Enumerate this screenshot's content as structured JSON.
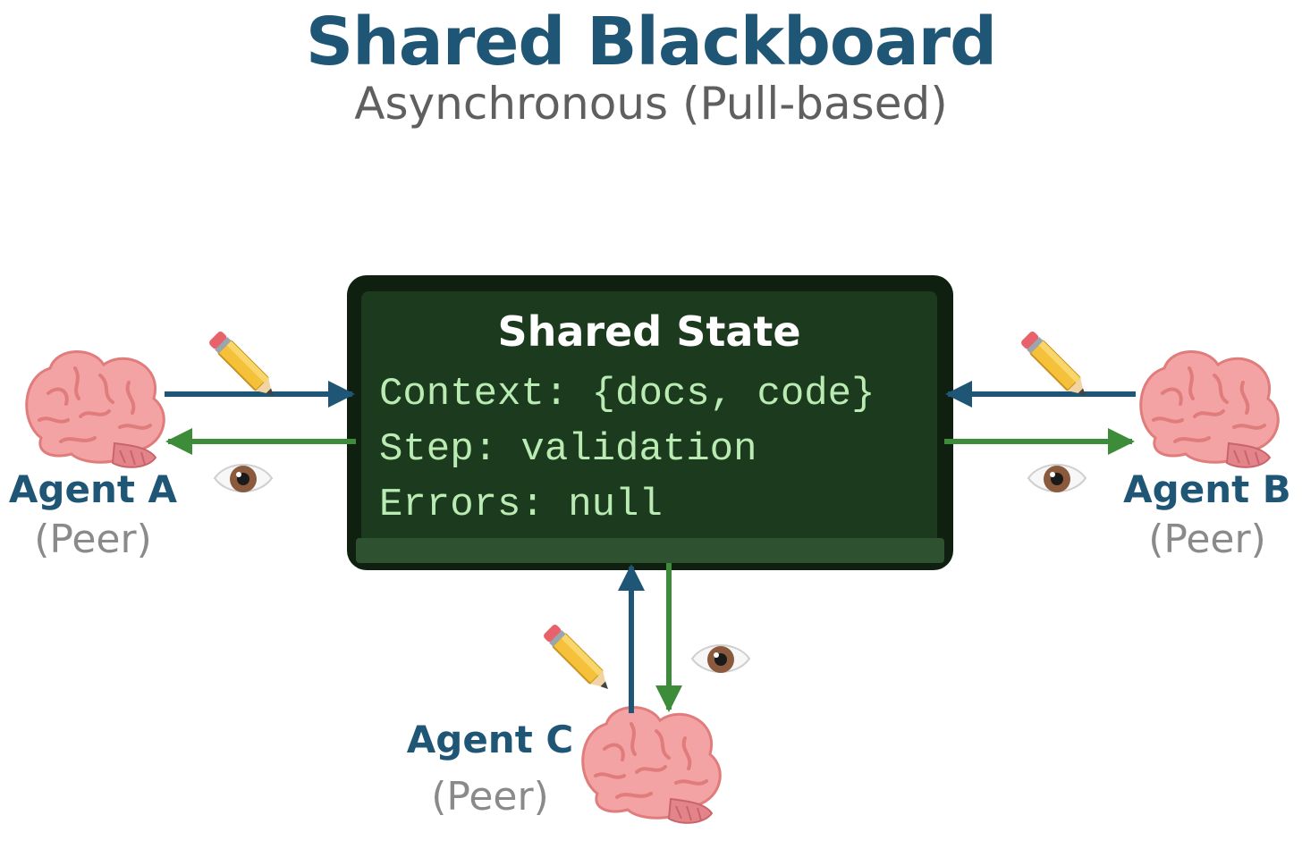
{
  "title": "Shared Blackboard",
  "subtitle": "Asynchronous (Pull-based)",
  "board": {
    "title": "Shared State",
    "lines": [
      "Context: {docs, code}",
      "Step: validation",
      "Errors: null"
    ]
  },
  "agents": [
    {
      "name": "Agent A",
      "role": "(Peer)"
    },
    {
      "name": "Agent B",
      "role": "(Peer)"
    },
    {
      "name": "Agent C",
      "role": "(Peer)"
    }
  ],
  "icons": {
    "agent": "brain-icon",
    "write": "pencil-icon",
    "read": "eye-icon"
  },
  "colors": {
    "write_arrow": "#1f5676",
    "read_arrow": "#3d8c3a",
    "board": "#1c3a1e",
    "board_frame": "#0f1f10",
    "board_text": "#b9ebb2",
    "title": "#1f5676",
    "subtitle": "#5f5f5f",
    "role": "#8a8a8a"
  }
}
